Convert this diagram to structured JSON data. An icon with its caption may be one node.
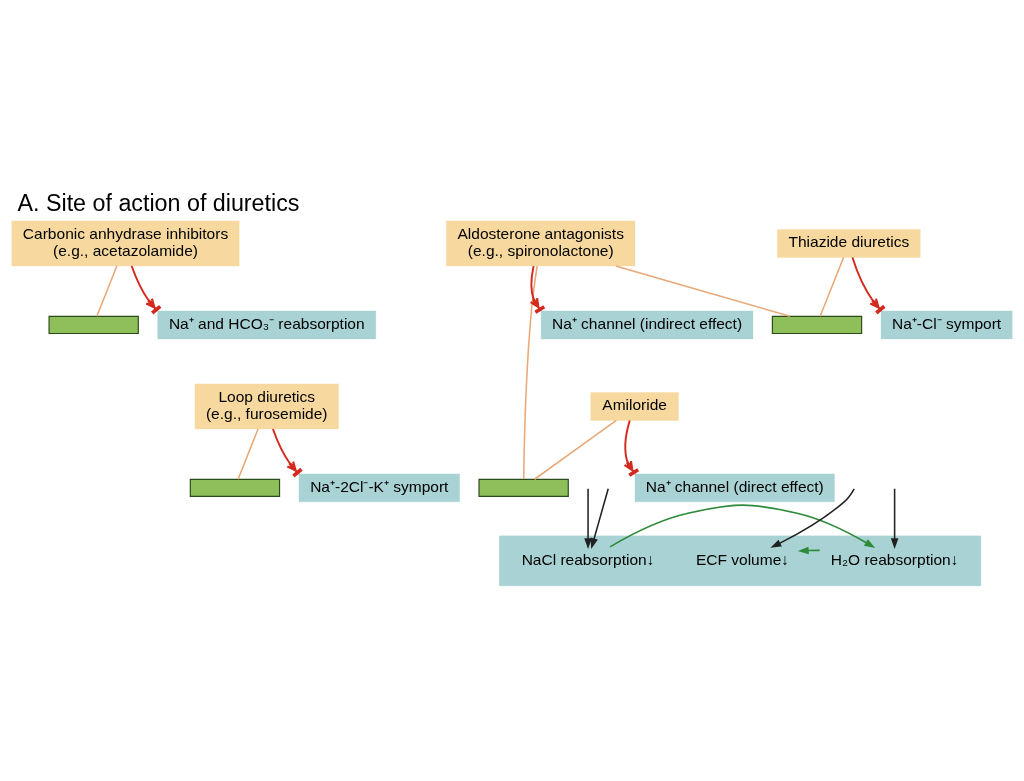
{
  "diagram": {
    "title": "A. Site of action of diuretics",
    "nodes": [
      {
        "text": [
          "Carbonic anhydrase inhibitors",
          "(e.g., acetazolamide)"
        ]
      },
      {
        "text": [],
        "shape": "bar"
      },
      {
        "text": [
          "Na⁺ and HCO₃⁻ reabsorption"
        ]
      },
      {
        "text": [
          "Thiazide diuretics"
        ]
      },
      {
        "text": [],
        "shape": "bar"
      },
      {
        "text": [
          "Na⁺-Cl⁻ symport"
        ]
      },
      {
        "text": [
          "Aldosterone antagonists",
          "(e.g., spironolactone)"
        ]
      },
      {
        "text": [],
        "shape": "bar"
      },
      {
        "text": [
          "Na⁺ channel (indirect effect)"
        ]
      },
      {
        "text": [
          "Loop diuretics",
          "(e.g., furosemide)"
        ]
      },
      {
        "text": [],
        "shape": "bar"
      },
      {
        "text": [
          "Na⁺-2Cl⁻-K⁺ symport"
        ]
      },
      {
        "text": [
          "Amiloride"
        ]
      },
      {
        "text": [
          "Na⁺ channel (direct effect)"
        ]
      },
      {
        "text": [],
        "shape": "bar"
      },
      {
        "text": [
          "NaCl reabsorption↓"
        ],
        "in": 14
      },
      {
        "text": [
          "H₂O reabsorption↓"
        ],
        "in": 14
      },
      {
        "text": [
          "ECF volume↓"
        ],
        "in": 14
      }
    ],
    "edges": [
      {
        "from": 0,
        "to": 1,
        "arrow": "none",
        "color": "#e8a878"
      },
      {
        "from": 0,
        "to": 2,
        "arrow": "to",
        "color": "#d42a1e"
      },
      {
        "from": 3,
        "to": 4,
        "arrow": "none",
        "color": "#e8a878"
      },
      {
        "from": 3,
        "to": 5,
        "arrow": "to",
        "color": "#d42a1e"
      },
      {
        "from": 6,
        "to": 4,
        "arrow": "none",
        "color": "#e8a878"
      },
      {
        "from": 6,
        "to": 7,
        "arrow": "none",
        "color": "#e8a878"
      },
      {
        "from": 6,
        "to": 8,
        "arrow": "to",
        "color": "#d42a1e"
      },
      {
        "from": 9,
        "to": 10,
        "arrow": "none",
        "color": "#e8a878"
      },
      {
        "from": 9,
        "to": 11,
        "arrow": "to",
        "color": "#d42a1e"
      },
      {
        "from": 12,
        "to": 7,
        "arrow": "none",
        "color": "#e8a878"
      },
      {
        "from": 12,
        "to": 13,
        "arrow": "to",
        "color": "#d42a1e"
      },
      {
        "from": null,
        "to": 15,
        "arrow": "to",
        "color": "#222222"
      },
      {
        "from": null,
        "to": 15,
        "arrow": "to",
        "color": "#222222"
      },
      {
        "from": null,
        "to": 16,
        "arrow": "to",
        "color": "#222222"
      },
      {
        "from": null,
        "to": 17,
        "arrow": "to",
        "color": "#222222"
      },
      {
        "from": 15,
        "to": 16,
        "arrow": "to",
        "color": "#2e8b3a"
      },
      {
        "from": 16,
        "to": 17,
        "arrow": "to",
        "color": "#2e8b3a"
      }
    ]
  }
}
